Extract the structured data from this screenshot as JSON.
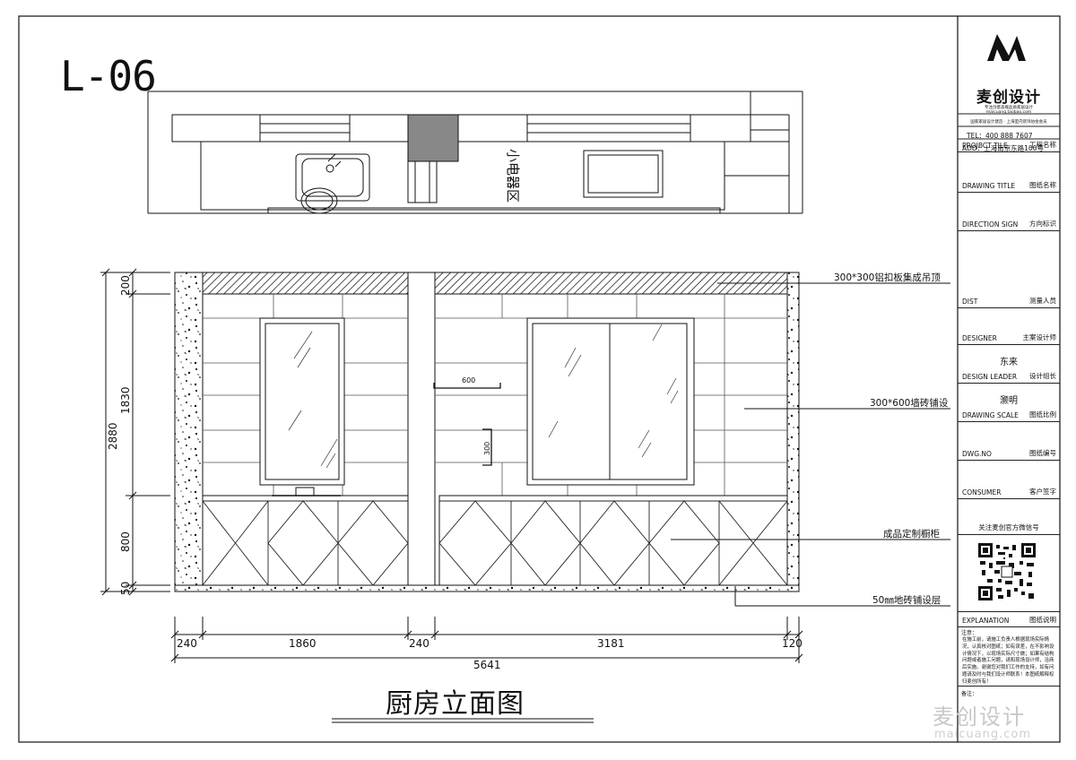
{
  "sheet": {
    "page_code": "L-06",
    "drawing_title": "厨房立面图"
  },
  "plan": {
    "zone_label": "小电器区"
  },
  "elevation": {
    "callouts": [
      "300*300铝扣板集成吊顶",
      "300*600墙砖铺设",
      "成品定制橱柜",
      "50㎜地砖铺设层"
    ],
    "vertical_dims": [
      "200",
      "1830",
      "800",
      "50"
    ],
    "overall_height": "2880",
    "horizontal_dims": [
      "240",
      "1860",
      "240",
      "3181",
      "120"
    ],
    "overall_width": "5641",
    "tile_dim_w": "600",
    "tile_dim_h": "300"
  },
  "title_block": {
    "brand": "麦创设计",
    "tagline": "专注创意高端品质家居设计",
    "url": "maicuang.taobao.com",
    "sub": "国家家居设计建造 · 上海室内装饰协会会员",
    "tel": "TEL：400 888 7607",
    "add": "ADD：上海南京东路100号",
    "rows": [
      {
        "en": "PROJBCT TILE",
        "cn": "工程名称"
      },
      {
        "en": "DRAWING TITLE",
        "cn": "图纸名称"
      },
      {
        "en": "DIRECTION SIGN",
        "cn": "方向标识"
      },
      {
        "en": "DIST",
        "cn": "测量人员"
      },
      {
        "en": "DESIGNER",
        "cn": "主案设计师"
      },
      {
        "en": "DESIGN LEADER",
        "cn": "设计组长"
      },
      {
        "en": "DRAWING SCALE",
        "cn": "图纸比例"
      },
      {
        "en": "DWG.NO",
        "cn": "图纸编号"
      },
      {
        "en": "CONSUMER",
        "cn": "客户签字"
      },
      {
        "en": "EXPLANATION",
        "cn": "图纸说明"
      }
    ],
    "designer": "东来",
    "design_leader": "灏明",
    "wechat": "关注麦创官方微信号",
    "note_title": "注意：",
    "note_body": "在施工前，请施工负责人根据现场实际情况，认真核对图纸；如有误差，在不影响设计情况下，以现场实际尺寸做；如果有结构问题或者施工问题，请和现场设计师，洽商后实施。谢谢您对我们工作的支持，如有问题请及时与我们设计师联系！本图纸解释权归麦创所有！",
    "remark": "备注："
  },
  "watermark": {
    "cn": "麦创设计",
    "en": "maicuang.com"
  }
}
